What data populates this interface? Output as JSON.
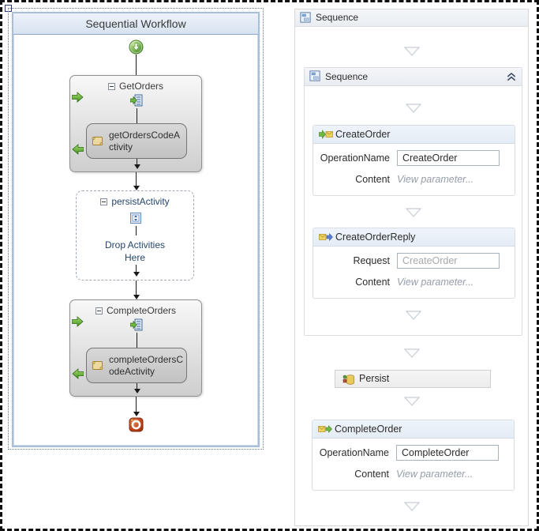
{
  "colors": {
    "canvas_border": "#a9bed8",
    "left_header_top": "#eef3fa",
    "left_header_bottom": "#d6e2f0",
    "start_green": "#5f9f35",
    "stop_red": "#b33c12",
    "navy_text": "#24466e",
    "card_header_bg": "#e9f0f7",
    "link_gray": "#959daa",
    "connector_black": "#1a1a1a"
  },
  "left": {
    "title": "Sequential Workflow",
    "get_orders": {
      "title": "GetOrders",
      "child": "getOrdersCodeActivity"
    },
    "persist": {
      "title": "persistActivity",
      "drop_line1": "Drop Activities",
      "drop_line2": "Here"
    },
    "complete_orders": {
      "title": "CompleteOrders",
      "child": "completeOrdersCodeActivity"
    }
  },
  "right": {
    "outer_title": "Sequence",
    "inner_title": "Sequence",
    "create_order": {
      "title": "CreateOrder",
      "label1": "OperationName",
      "value1": "CreateOrder",
      "label2": "Content",
      "value2": "View parameter..."
    },
    "create_order_reply": {
      "title": "CreateOrderReply",
      "label1": "Request",
      "value1": "CreateOrder",
      "label2": "Content",
      "value2": "View parameter..."
    },
    "persist_title": "Persist",
    "complete_order": {
      "title": "CompleteOrder",
      "label1": "OperationName",
      "value1": "CompleteOrder",
      "label2": "Content",
      "value2": "View parameter..."
    }
  }
}
